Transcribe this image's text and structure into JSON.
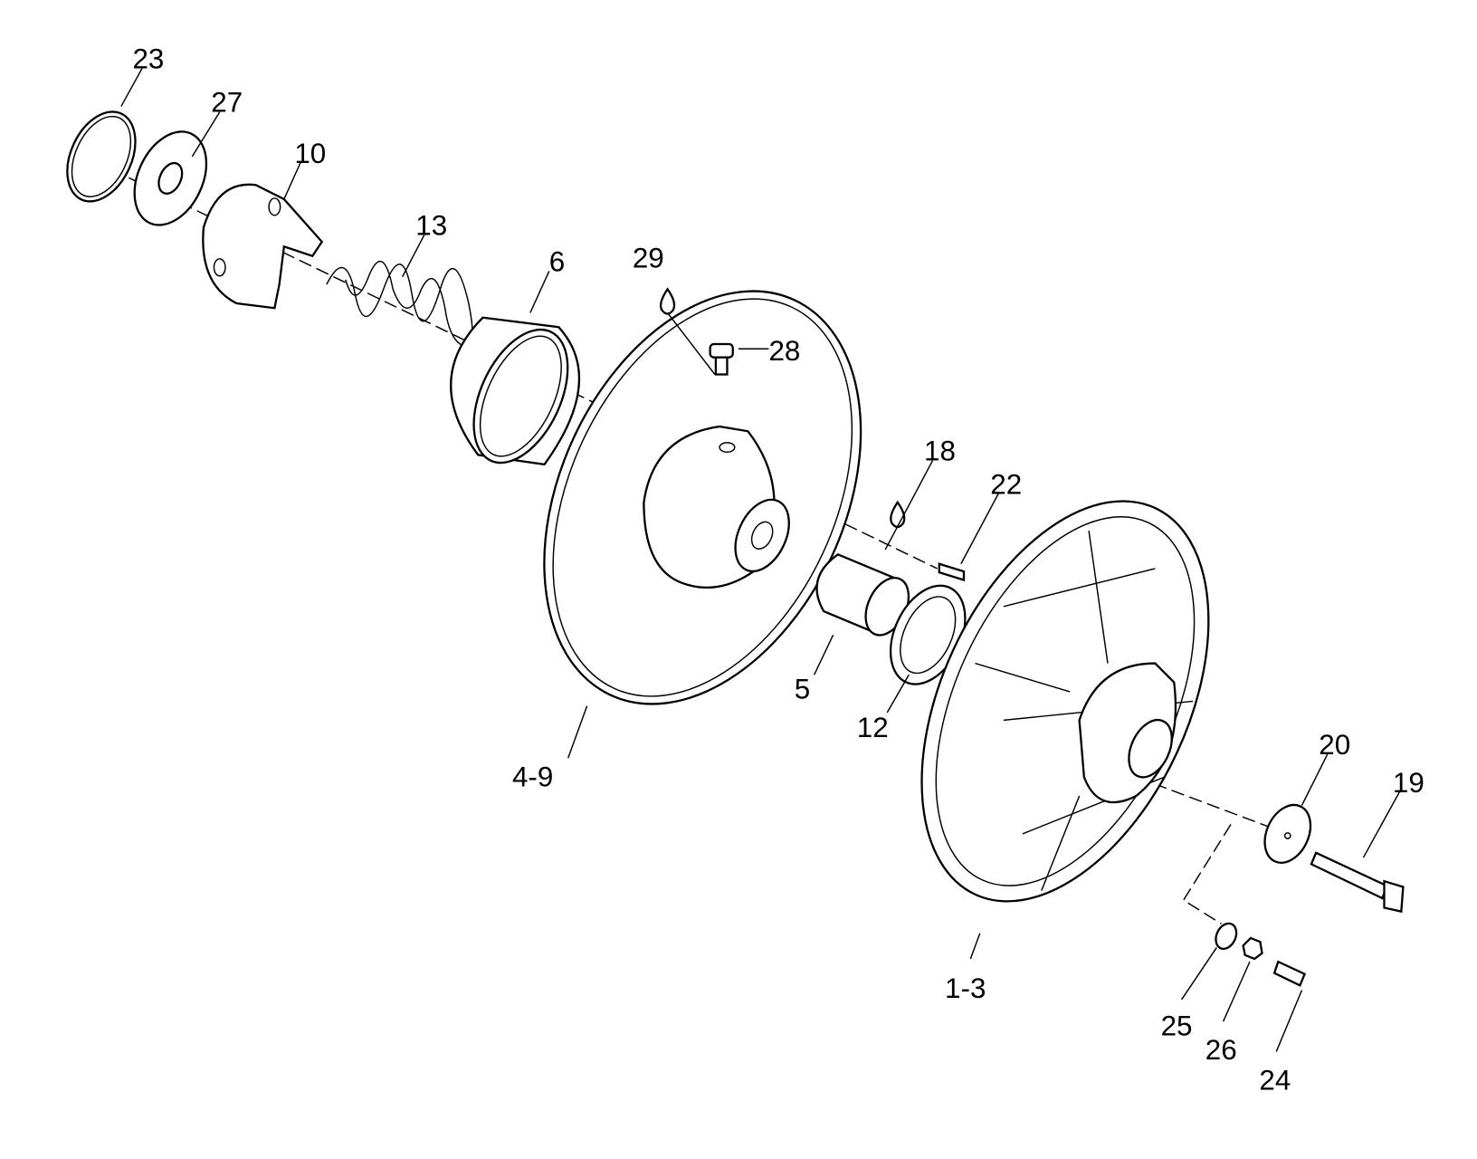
{
  "title": "Driven pulley exploded parts diagram",
  "colors": {
    "line": "#000000",
    "background": "#ffffff"
  },
  "callouts": [
    {
      "id": "23",
      "text": "23"
    },
    {
      "id": "27",
      "text": "27"
    },
    {
      "id": "10",
      "text": "10"
    },
    {
      "id": "13",
      "text": "13"
    },
    {
      "id": "6",
      "text": "6"
    },
    {
      "id": "29",
      "text": "29"
    },
    {
      "id": "28",
      "text": "28"
    },
    {
      "id": "18",
      "text": "18"
    },
    {
      "id": "22",
      "text": "22"
    },
    {
      "id": "5",
      "text": "5"
    },
    {
      "id": "12",
      "text": "12"
    },
    {
      "id": "4-9",
      "text": "4-9"
    },
    {
      "id": "20",
      "text": "20"
    },
    {
      "id": "19",
      "text": "19"
    },
    {
      "id": "1-3",
      "text": "1-3"
    },
    {
      "id": "25",
      "text": "25"
    },
    {
      "id": "26",
      "text": "26"
    },
    {
      "id": "24",
      "text": "24"
    }
  ]
}
